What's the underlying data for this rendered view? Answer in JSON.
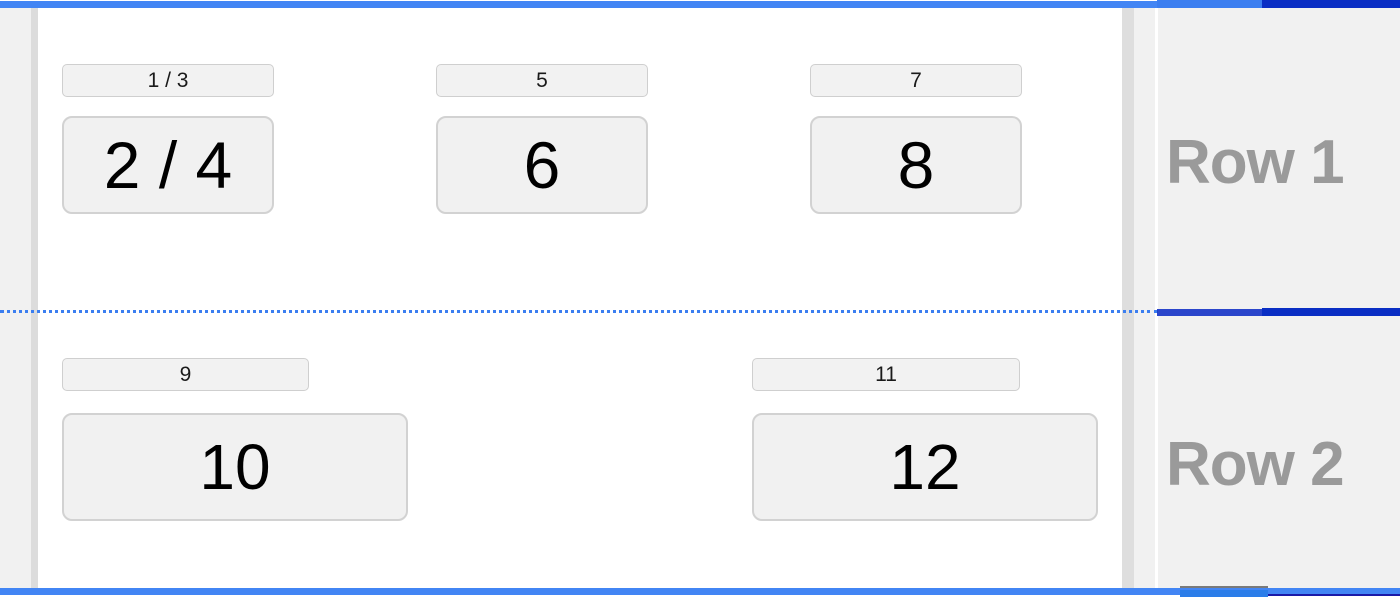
{
  "theme": {
    "accent_blue": "#4285f4",
    "accent_dark_blue": "#0a2ec4",
    "panel_grey": "#f1f1f1",
    "rail_grey": "#dcdcdc",
    "tile_bg": "#f1f1f1",
    "tile_border": "#d2d2d2",
    "chip_bg": "#f2f2f2",
    "chip_border": "#cfcfcf",
    "band_label_color": "#9a9a9a",
    "separator_color": "#3b7ef0",
    "text_color": "#000000"
  },
  "bands": [
    {
      "label": "Row 1"
    },
    {
      "label": "Row 2"
    }
  ],
  "rows": [
    {
      "name": "Row 1",
      "cells": [
        {
          "chip": "1 / 3",
          "tile": "2 / 4"
        },
        {
          "chip": "5",
          "tile": "6"
        },
        {
          "chip": "7",
          "tile": "8"
        }
      ]
    },
    {
      "name": "Row 2",
      "cells": [
        {
          "chip": "9",
          "tile": "10"
        },
        {
          "chip": "11",
          "tile": "12"
        }
      ]
    }
  ]
}
